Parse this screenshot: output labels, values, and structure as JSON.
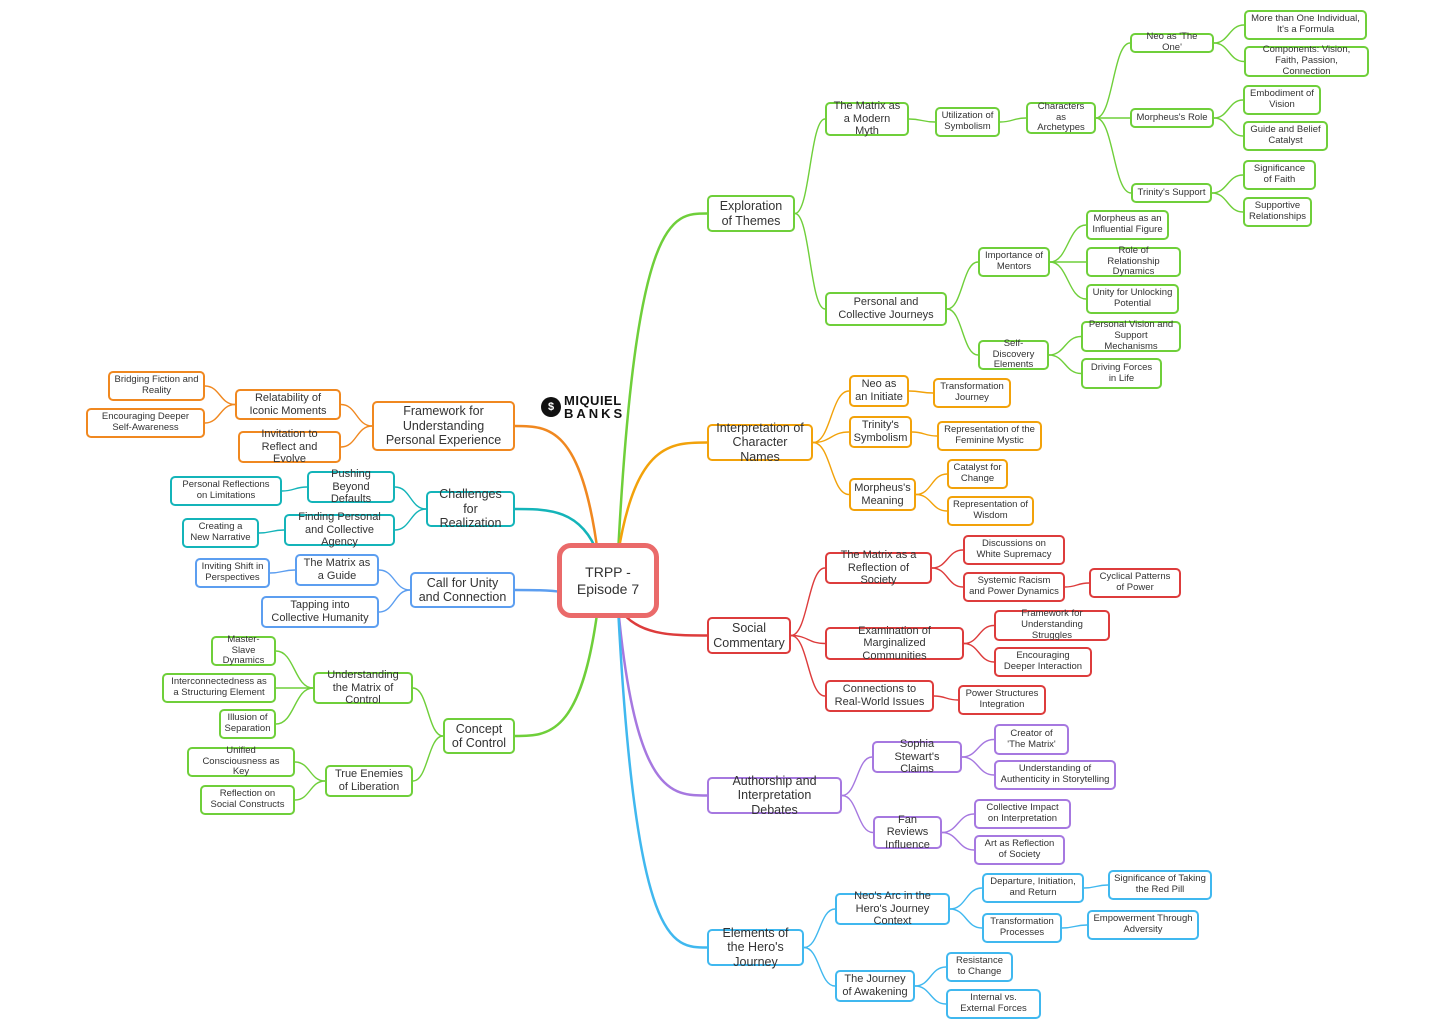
{
  "logo": {
    "line1": "MIQUIEL",
    "line2": "BANKS",
    "mark_icon": "miquiel-banks-logo-icon"
  },
  "colors": {
    "root": "#ea6a6a",
    "green": "#6fcf3a",
    "orange": "#f2a20a",
    "red": "#dd3c3c",
    "purple": "#a678e0",
    "blue": "#40b8ef",
    "teal": "#14b4b9",
    "lightblue": "#5c9ef0",
    "orange2": "#f08820"
  },
  "root": {
    "label": "TRPP - Episode 7"
  },
  "branches": {
    "themes": {
      "label": "Exploration of Themes",
      "myth": {
        "label": "The Matrix as a Modern Myth",
        "symbolism": {
          "label": "Utilization of Symbolism",
          "archetypes": {
            "label": "Characters as Archetypes",
            "neo_one": {
              "label": "Neo as 'The One'",
              "formula": "More than One Individual, It's a Formula",
              "components": "Components: Vision, Faith, Passion, Connection"
            },
            "morpheus_role": {
              "label": "Morpheus's Role",
              "vision": "Embodiment of Vision",
              "catalyst": "Guide and Belief Catalyst"
            },
            "trinity_support": {
              "label": "Trinity's Support",
              "faith": "Significance of Faith",
              "relationships": "Supportive Relationships"
            }
          }
        }
      },
      "journeys": {
        "label": "Personal and Collective Journeys",
        "mentors": {
          "label": "Importance of Mentors",
          "influential": "Morpheus as an Influential Figure",
          "dynamics": "Role of Relationship Dynamics",
          "unity": "Unity for Unlocking Potential"
        },
        "discovery": {
          "label": "Self-Discovery Elements",
          "vision": "Personal Vision and Support Mechanisms",
          "forces": "Driving Forces in Life"
        }
      }
    },
    "names": {
      "label": "Interpretation of Character Names",
      "neo": {
        "label": "Neo as an Initiate",
        "transformation": "Transformation Journey"
      },
      "trinity": {
        "label": "Trinity's Symbolism",
        "mystic": "Representation of the Feminine Mystic"
      },
      "morpheus": {
        "label": "Morpheus's Meaning",
        "catalyst": "Catalyst for Change",
        "wisdom": "Representation of Wisdom"
      }
    },
    "social": {
      "label": "Social Commentary",
      "reflection": {
        "label": "The Matrix as a Reflection of Society",
        "supremacy": "Discussions on White Supremacy",
        "racism": "Systemic Racism and Power Dynamics",
        "cyclical": "Cyclical Patterns of Power"
      },
      "marginalized": {
        "label": "Examination of Marginalized Communities",
        "framework": "Framework for Understanding Struggles",
        "interaction": "Encouraging Deeper Interaction"
      },
      "realworld": {
        "label": "Connections to Real-World Issues",
        "integration": "Power Structures Integration"
      }
    },
    "authorship": {
      "label": "Authorship and Interpretation Debates",
      "sophia": {
        "label": "Sophia Stewart's Claims",
        "creator": "Creator of 'The Matrix'",
        "authenticity": "Understanding of Authenticity in Storytelling"
      },
      "fans": {
        "label": "Fan Reviews Influence",
        "collective": "Collective Impact on Interpretation",
        "art": "Art as Reflection of Society"
      }
    },
    "hero": {
      "label": "Elements of the Hero's Journey",
      "arc": {
        "label": "Neo's Arc in the Hero's Journey Context",
        "departure": "Departure, Initiation, and Return",
        "redpill": "Significance of Taking the Red Pill",
        "processes": "Transformation Processes",
        "empowerment": "Empowerment Through Adversity"
      },
      "awakening": {
        "label": "The Journey of Awakening",
        "resistance": "Resistance to Change",
        "forces": "Internal vs. External Forces"
      }
    },
    "framework": {
      "label": "Framework for Understanding Personal Experience",
      "relatability": {
        "label": "Relatability of Iconic Moments",
        "bridging": "Bridging Fiction and Reality",
        "awareness": "Encouraging Deeper Self-Awareness"
      },
      "invitation": {
        "label": "Invitation to Reflect and Evolve"
      }
    },
    "challenges": {
      "label": "Challenges for Realization",
      "pushing": {
        "label": "Pushing Beyond Defaults",
        "reflections": "Personal Reflections on Limitations"
      },
      "agency": {
        "label": "Finding Personal and Collective Agency",
        "narrative": "Creating a New Narrative"
      }
    },
    "unity": {
      "label": "Call for Unity and Connection",
      "guide": {
        "label": "The Matrix as a Guide",
        "shift": "Inviting Shift in Perspectives"
      },
      "tapping": {
        "label": "Tapping into Collective Humanity"
      }
    },
    "control": {
      "label": "Concept of Control",
      "understanding": {
        "label": "Understanding the Matrix of Control",
        "master": "Master-Slave Dynamics",
        "interconnected": "Interconnectedness as a Structuring Element",
        "illusion": "Illusion of Separation"
      },
      "enemies": {
        "label": "True Enemies of Liberation",
        "unified": "Unified Consciousness as Key",
        "social": "Reflection on Social Constructs"
      }
    }
  }
}
